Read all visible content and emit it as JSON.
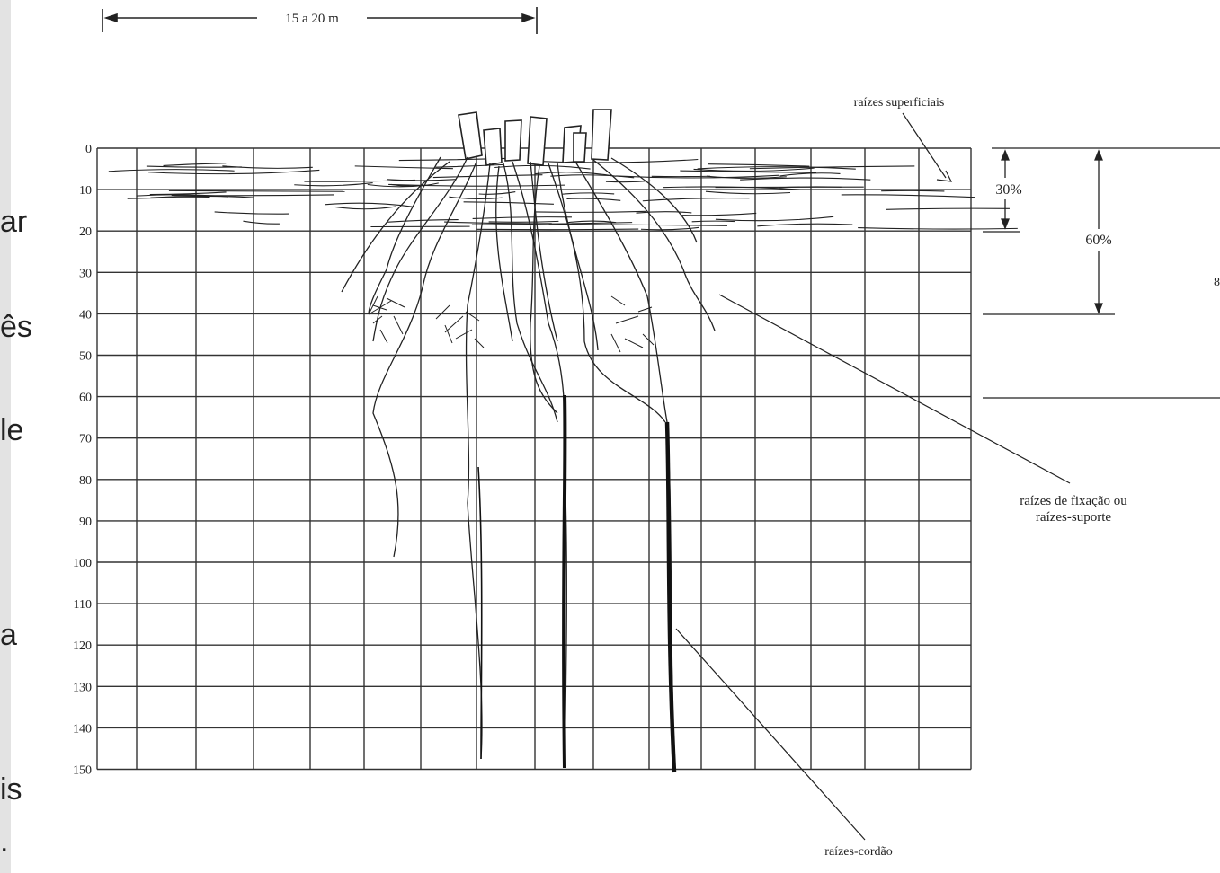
{
  "slide_text_fragments": [
    "ar",
    "ês",
    "le",
    "a",
    "is",
    "."
  ],
  "diagram": {
    "width_label": "15 a 20 m",
    "depth_ticks": [
      "0",
      "10",
      "20",
      "30",
      "40",
      "50",
      "60",
      "70",
      "80",
      "90",
      "100",
      "110",
      "120",
      "130",
      "140",
      "150"
    ],
    "annotations": {
      "superficial": "raízes superficiais",
      "fixacao_line1": "raízes de fixação ou",
      "fixacao_line2": "raízes-suporte",
      "cordao": "raízes-cordão"
    },
    "percent_brackets": [
      "30%",
      "60%"
    ],
    "cropped_right_char": "8"
  },
  "colors": {
    "ink": "#222222",
    "paper": "#ffffff",
    "strip": "#e3e3e3"
  }
}
